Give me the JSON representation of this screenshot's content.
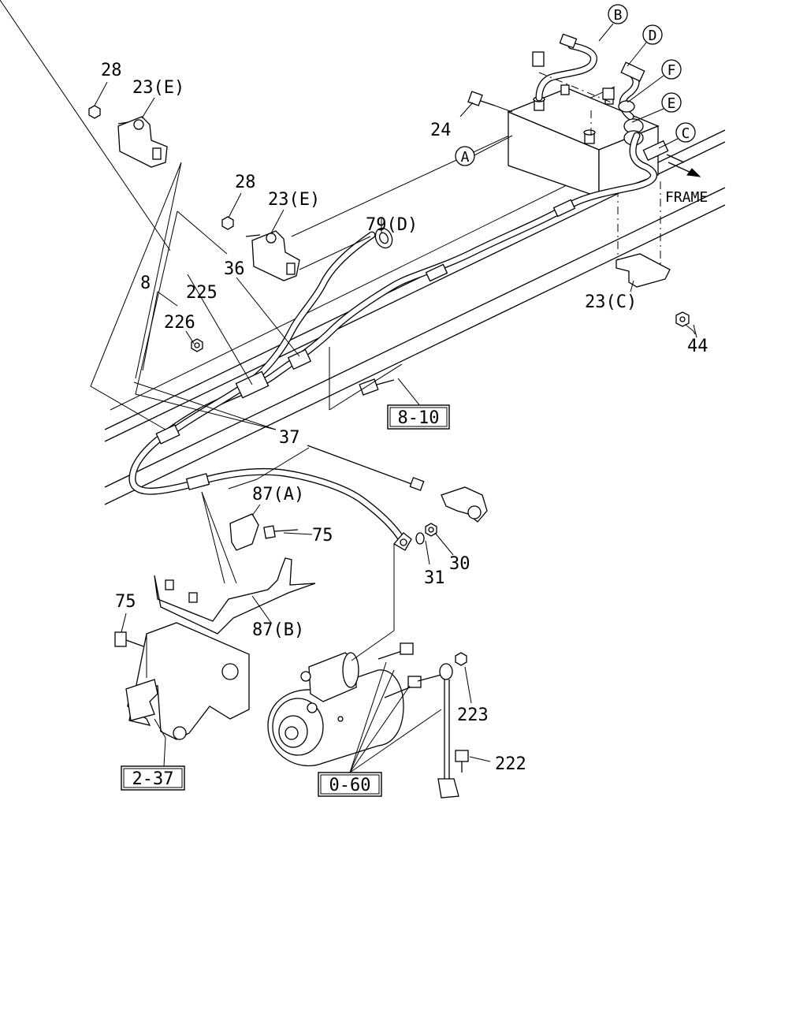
{
  "diagram": {
    "callouts": {
      "c28a": "28",
      "c23e_a": "23(E)",
      "c28b": "28",
      "c23e_b": "23(E)",
      "c79d": "79(D)",
      "c36": "36",
      "c225": "225",
      "c8": "8",
      "c226": "226",
      "c24": "24",
      "c23c": "23(C)",
      "c44": "44",
      "c37": "37",
      "c87a": "87(A)",
      "c75a": "75",
      "c30": "30",
      "c31": "31",
      "c87b": "87(B)",
      "c75b": "75",
      "c223": "223",
      "c222": "222",
      "frame": "FRAME"
    },
    "circled": {
      "A": "A",
      "B": "B",
      "C": "C",
      "D": "D",
      "E": "E",
      "F": "F"
    },
    "refs": {
      "r810": "8-10",
      "r237": "2-37",
      "r060": "0-60"
    }
  }
}
